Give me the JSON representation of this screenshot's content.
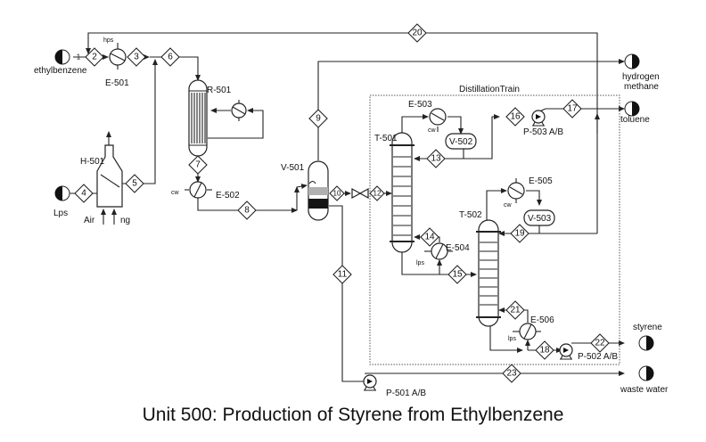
{
  "title": "Unit 500:  Production of Styrene from Ethylbenzene",
  "boundary_label": "DistillationTrain",
  "feeds_and_products": {
    "ethylbenzene": "ethylbenzene",
    "lps_feed": "Lps",
    "air": "Air",
    "ng": "ng",
    "hydrogen": "hydrogen",
    "methane": "methane",
    "toluene": "toluene",
    "styrene": "styrene",
    "waste_water": "waste water"
  },
  "utilities": {
    "hps": "hps",
    "cw": "cw",
    "lps": "lps"
  },
  "equipment": {
    "E501": "E-501",
    "H501": "H-501",
    "R501": "R-501",
    "E502": "E-502",
    "V501": "V-501",
    "T501": "T-501",
    "E503": "E-503",
    "V502": "V-502",
    "P503": "P-503 A/B",
    "E504": "E-504",
    "T502": "T-502",
    "E505": "E-505",
    "V503": "V-503",
    "E506": "E-506",
    "P502": "P-502 A/B",
    "P501": "P-501 A/B"
  },
  "streams": {
    "s1": "1",
    "s2": "2",
    "s3": "3",
    "s4": "4",
    "s5": "5",
    "s6": "6",
    "s7": "7",
    "s8": "8",
    "s9": "9",
    "s10": "10",
    "s11": "11",
    "s12": "12",
    "s13": "13",
    "s14": "14",
    "s15": "15",
    "s16": "16",
    "s17": "17",
    "s18": "18",
    "s19": "19",
    "s20": "20",
    "s21": "21",
    "s22": "22",
    "s23": "23"
  }
}
